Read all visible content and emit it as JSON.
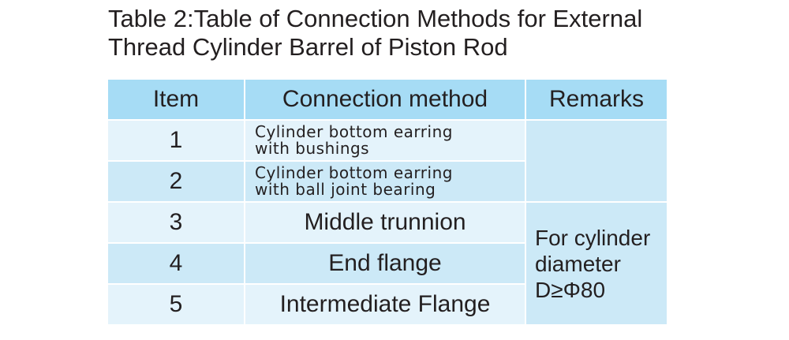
{
  "title": {
    "line1": "Table 2:Table of Connection Methods for External",
    "line2": "Thread Cylinder Barrel of Piston Rod"
  },
  "table": {
    "headers": [
      "Item",
      "Connection method",
      "Remarks"
    ],
    "rows": [
      {
        "item": "1",
        "method_line1": "Cylinder bottom earring",
        "method_line2": "with bushings"
      },
      {
        "item": "2",
        "method_line1": "Cylinder bottom earring",
        "method_line2": "with ball joint bearing"
      },
      {
        "item": "3",
        "method": "Middle trunnion"
      },
      {
        "item": "4",
        "method": "End flange"
      },
      {
        "item": "5",
        "method": "Intermediate Flange"
      }
    ],
    "remarks": {
      "line1": "For cylinder",
      "line2": "diameter",
      "line3": "D≥Φ80"
    }
  },
  "colors": {
    "header_bg": "#a6dcf5",
    "row_light": "#e4f3fb",
    "row_mid": "#cce9f7",
    "text": "#231f20"
  }
}
